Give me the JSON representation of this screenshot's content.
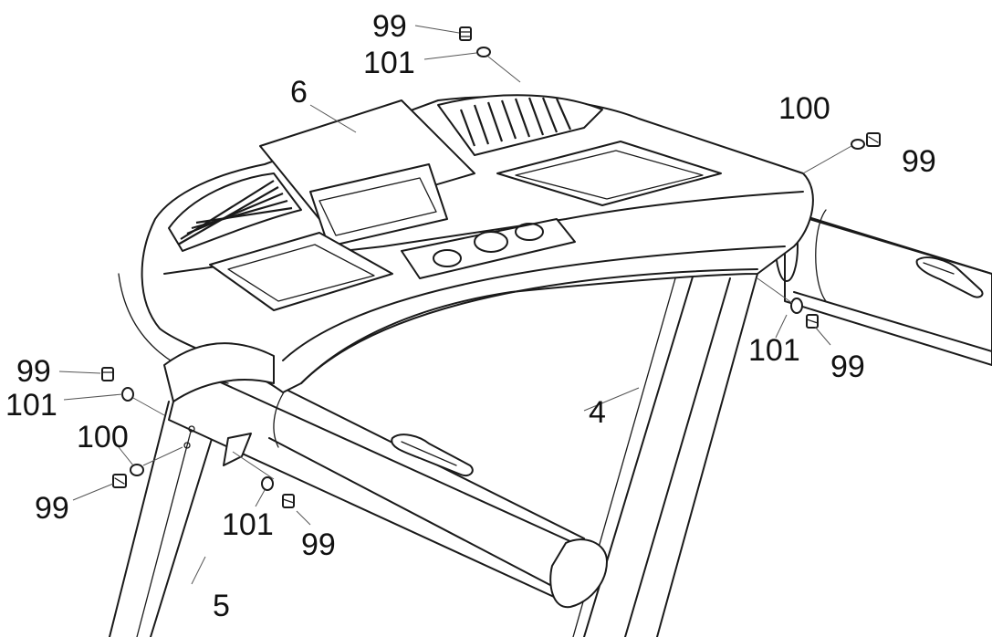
{
  "callouts": {
    "top_screw": "99",
    "top_washer": "101",
    "console": "6",
    "right_top_washer": "100",
    "right_top_screw": "99",
    "right_mid_washer": "101",
    "right_mid_screw": "99",
    "upright": "4",
    "left_top_screw": "99",
    "left_top_washer": "101",
    "left_mid_washer": "100",
    "left_mid_screw": "99",
    "left_low_washer": "101",
    "left_low_screw": "99",
    "left_upright": "5"
  }
}
